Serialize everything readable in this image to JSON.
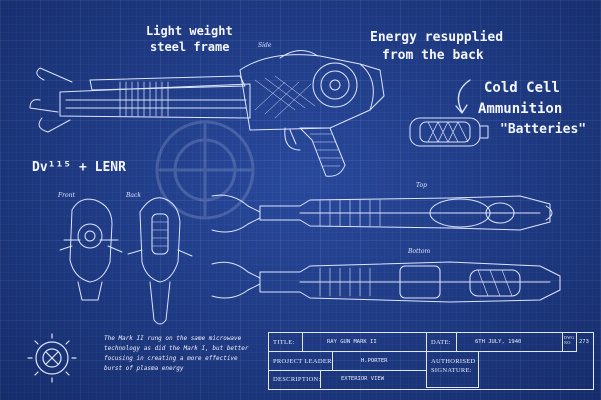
{
  "annotations": {
    "frame_line1": "Light weight",
    "frame_line2": "steel frame",
    "energy_line1": "Energy resupplied",
    "energy_line2": "from the back",
    "cold_line1": "Cold Cell",
    "cold_line2": "Ammunition",
    "cold_line3": "\"Batteries\"",
    "formula": "Dv¹¹⁵ + LENR"
  },
  "view_labels": {
    "side": "Side",
    "top": "Top",
    "bottom": "Bottom",
    "front": "Front",
    "back": "Back"
  },
  "note_text": "The Mark II rung on the same microwave technology as did the Mark I, but better focusing in creating a more effective burst of plasma energy",
  "title_block": {
    "title_label": "TITLE:",
    "title_value": "RAY GUN MARK II",
    "date_label": "DATE:",
    "date_value": "6TH JULY, 1940",
    "dwg_label": "DWG NO:",
    "dwg_value": "273",
    "leader_label": "PROJECT LEADER:",
    "leader_value": "H.PORTER",
    "authorised_label": "AUTHORISED SIGNATURE:",
    "description_label": "DESCRIPTION:",
    "description_value": "EXTERIOR VIEW"
  },
  "colors": {
    "background": "#1f3d8a",
    "ink": "#e8eeff"
  }
}
